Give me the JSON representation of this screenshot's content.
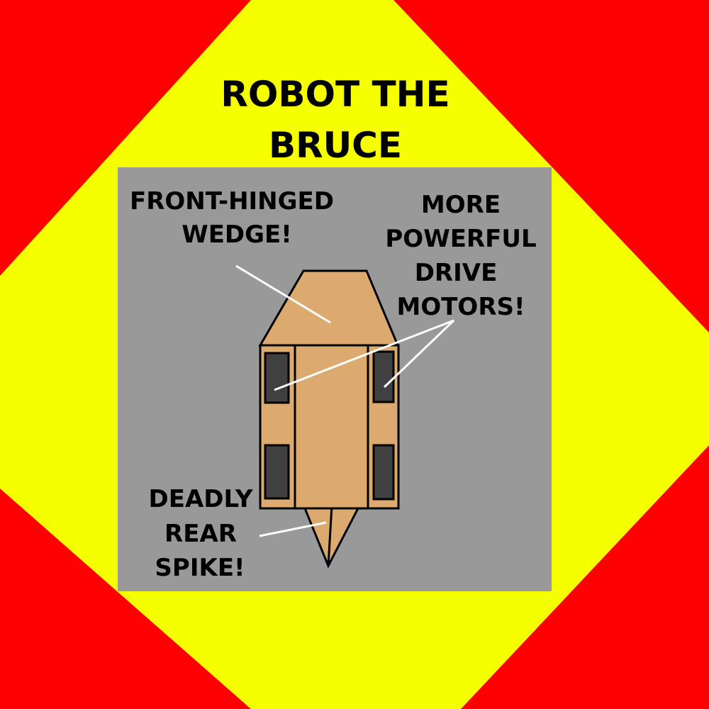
{
  "title": {
    "line1": "ROBOT THE",
    "line2": "BRUCE"
  },
  "labels": {
    "wedge": [
      "FRONT-HINGED",
      "WEDGE!"
    ],
    "motors": [
      "MORE",
      "POWERFUL",
      "DRIVE",
      "MOTORS!"
    ],
    "spike": [
      "DEADLY",
      "REAR",
      "SPIKE!"
    ]
  },
  "colors": {
    "background": "#ff0000",
    "diamond": "#f5ff00",
    "panel": "#999999",
    "robot": "#dcaa6e",
    "wheel": "#404040",
    "pointer": "#ffffff"
  }
}
